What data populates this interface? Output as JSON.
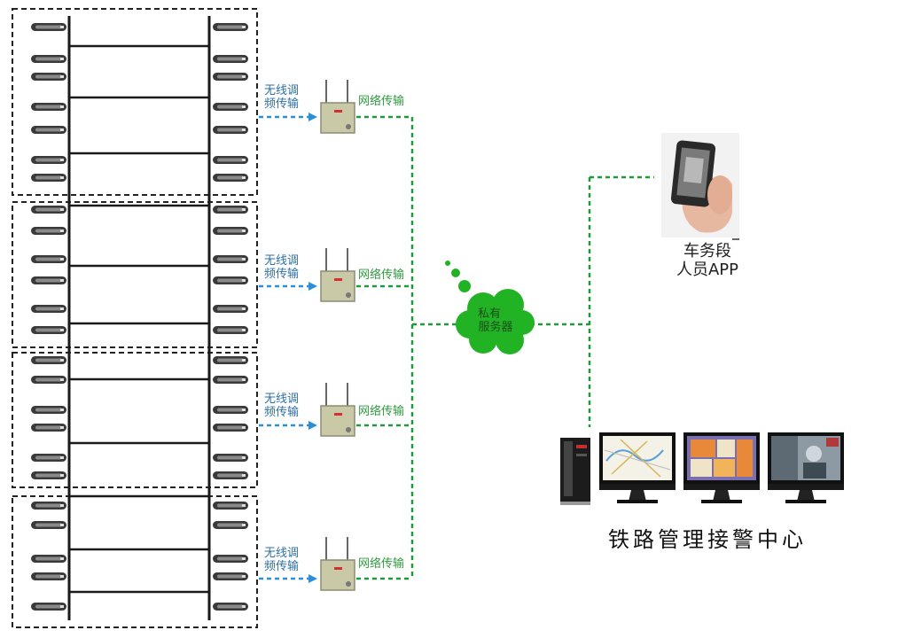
{
  "wireless_label": [
    "无线调",
    "频传输"
  ],
  "network_label": "网络传输",
  "server_label": [
    "私有",
    "服务器"
  ],
  "app_label": [
    "车务段",
    "人员APP"
  ],
  "center_label": "铁路管理接警中心",
  "colors": {
    "wireless": "#2a8fd6",
    "network": "#1f9a3a",
    "cloud": "#22b324",
    "device": "#c9c8a7",
    "rack_border": "#222222"
  },
  "units": [
    {
      "wireless": [
        "无线调",
        "频传输"
      ],
      "network": "网络传输"
    },
    {
      "wireless": [
        "无线调",
        "频传输"
      ],
      "network": "网络传输"
    },
    {
      "wireless": [
        "无线调",
        "频传输"
      ],
      "network": "网络传输"
    },
    {
      "wireless": [
        "无线调",
        "频传输"
      ],
      "network": "网络传输"
    }
  ]
}
